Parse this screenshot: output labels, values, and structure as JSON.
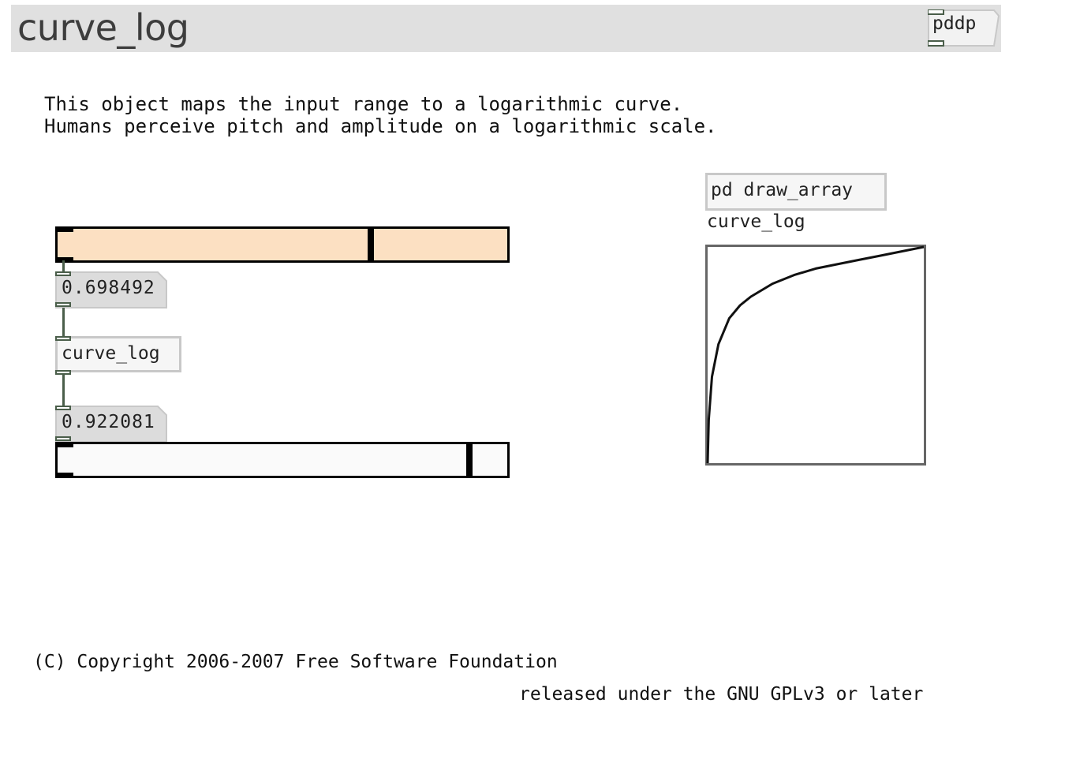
{
  "header": {
    "title": "curve_log",
    "pddp_label": "pddp"
  },
  "description": {
    "line1": "This object maps the input range to a logarithmic curve.",
    "line2": "Humans perceive pitch and amplitude on a logarithmic scale."
  },
  "patch": {
    "input_slider_value": 0.698492,
    "input_number": "0.698492",
    "object_label": "curve_log",
    "output_number": "0.922081",
    "output_slider_value": 0.922081,
    "subpatch_label": "pd draw_array",
    "array_name": "curve_log"
  },
  "footer": {
    "copyright": "(C) Copyright 2006-2007 Free Software Foundation",
    "license": "released under the GNU GPLv3 or later"
  },
  "chart_data": {
    "type": "line",
    "title": "",
    "xlabel": "",
    "ylabel": "",
    "xlim": [
      0,
      1
    ],
    "ylim": [
      0,
      1
    ],
    "x": [
      0,
      0.005,
      0.02,
      0.05,
      0.1,
      0.15,
      0.2,
      0.3,
      0.4,
      0.5,
      0.6,
      0.7,
      0.8,
      0.9,
      1.0
    ],
    "y": [
      0,
      0.2,
      0.4,
      0.55,
      0.67,
      0.73,
      0.77,
      0.83,
      0.87,
      0.9,
      0.92,
      0.94,
      0.96,
      0.98,
      1.0
    ],
    "grid": false,
    "legend": "none"
  }
}
